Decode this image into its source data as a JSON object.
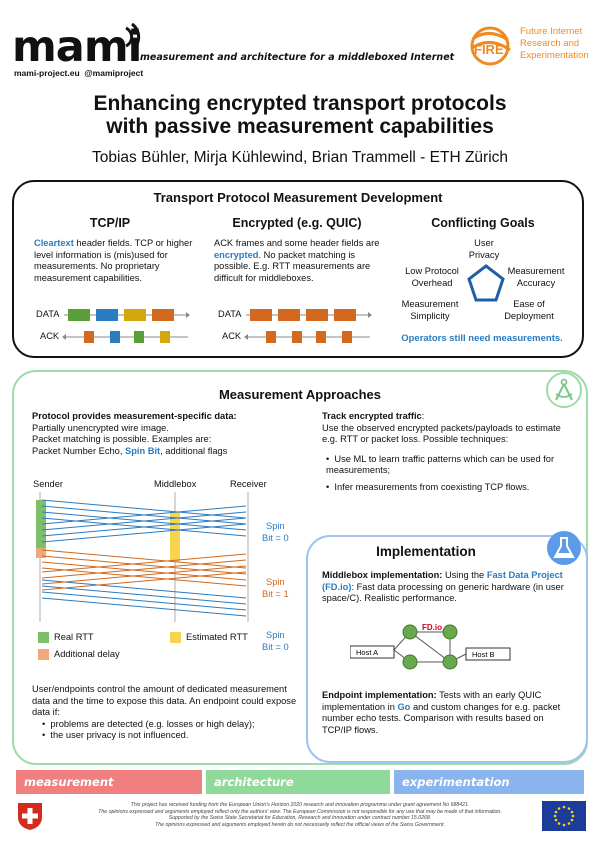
{
  "header": {
    "logo_word": "mami",
    "tagline": "measurement and architecture for a middleboxed Internet",
    "site": "mami-project.eu",
    "twitter": "@mamiproject",
    "fire_logo": "FIRE",
    "fire_text": [
      "Future Internet",
      "Research and",
      "Experimentation"
    ]
  },
  "title_lines": [
    "Enhancing encrypted transport protocols",
    "with passive measurement capabilities"
  ],
  "authors": "Tobias Bühler, Mirja Kühlewind, Brian Trammell - ETH Zürich",
  "development": {
    "heading": "Transport Protocol Measurement Development",
    "tcp": {
      "heading": "TCP/IP",
      "highlight": "Cleartext",
      "text": " header fields. TCP or higher level information is (mis)used for measurements. No proprietary measurement capabilities."
    },
    "quic": {
      "heading": "Encrypted (e.g. QUIC)",
      "text_a": "ACK frames and some header fields are ",
      "highlight": "encrypted",
      "text_b": ". No packet matching is possible. E.g. RTT measurements are difficult for middleboxes."
    },
    "data_label": "DATA",
    "ack_label": "ACK",
    "goals": {
      "heading": "Conflicting Goals",
      "user": "User\nPrivacy",
      "accuracy": "Measurement\nAccuracy",
      "overhead": "Low Protocol\nOverhead",
      "simplicity": "Measurement\nSimplicity",
      "deployment": "Ease of\nDeployment",
      "footer": "Operators still need measurements."
    },
    "colors": {
      "green": "#5a9e3a",
      "blue": "#2a7bc0",
      "yellow": "#d4a70c",
      "orange": "#d2691e",
      "pentagon": "#1f5fa8"
    }
  },
  "approaches": {
    "heading": "Measurement Approaches",
    "left_heading": "Protocol provides measurement-specific data:",
    "left_lines": [
      "Partially unencrypted wire image.",
      "Packet matching is possible. Examples are:"
    ],
    "left_examples_a": "Packet Number Echo, ",
    "left_spin": "Spin Bit",
    "left_examples_b": ", additional flags",
    "diagram": {
      "sender": "Sender",
      "middlebox": "Middlebox",
      "receiver": "Receiver",
      "spin0a": "Spin\nBit = 0",
      "spin1": "Spin\nBit = 1",
      "spin0b": "Spin\nBit = 0",
      "legend_real": "Real RTT",
      "legend_est": "Estimated RTT",
      "legend_delay": "Additional delay",
      "real_color": "#7fbf6a",
      "est_color": "#f7d44c",
      "delay_color": "#efa97a",
      "blue_arrow": "#2a7bc0",
      "orange_arrow": "#d2691e"
    },
    "left_bottom": "User/endpoints control the amount of dedicated measurement data and the time to expose this data. An endpoint could expose data if:",
    "left_bullets": [
      "problems are detected (e.g. losses or high delay);",
      "the user privacy is not influenced."
    ],
    "right_heading": "Track encrypted traffic",
    "right_colon": ":",
    "right_text": "Use the observed encrypted packets/payloads to estimate e.g. RTT or packet loss. Possible techniques:",
    "right_bullets": [
      "Use ML to learn traffic patterns which can be used for measurements;",
      "Infer measurements from coexisting TCP flows."
    ]
  },
  "implementation": {
    "heading": "Implementation",
    "mb_heading": "Middlebox implementation:",
    "mb_a": " Using the ",
    "mb_link": "Fast Data Project (FD.io)",
    "mb_b": ": Fast data processing on generic hardware (in user space/C). Realistic performance.",
    "host_a": "Host A",
    "host_b": "Host B",
    "fd_logo": "FD.io",
    "ep_heading": "Endpoint implementation:",
    "ep_a": " Tests with an early QUIC implementation in ",
    "ep_go": "Go",
    "ep_b": " and custom changes for e.g. packet number echo tests. Comparison with results based on TCP/IP flows."
  },
  "bands": [
    {
      "label": "measurement",
      "color": "#f08080"
    },
    {
      "label": "architecture",
      "color": "#8fd99a"
    },
    {
      "label": "experimentation",
      "color": "#8ab4ee"
    }
  ],
  "footer_lines": [
    "This project has received funding from the European Union's Horizon 2020 research and innovation programme under grant agreement No 688421.",
    "The opinions expressed and arguments employed reflect only the authors' view. The European Commission is not responsible for any use that may be made of that information.",
    "Supported by the Swiss State Secretariat for Education, Research and Innovation under contract number 15.0268.",
    "The opinions expressed and arguments employed herein do not necessarily reflect the official views of the Swiss Government."
  ]
}
